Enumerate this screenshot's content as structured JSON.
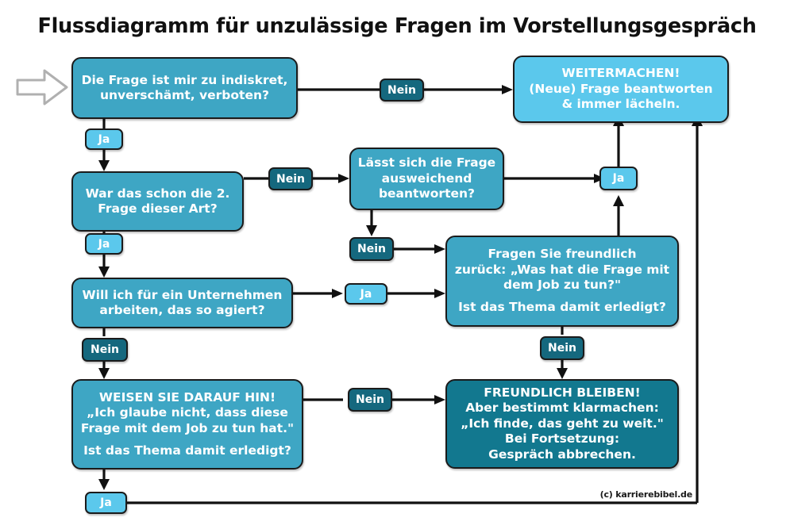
{
  "title": "Flussdiagramm für unzulässige Fragen im Vorstellungsgespräch",
  "credit": "(c) karrierebibel.de",
  "colors": {
    "node_mid": "#3EA6C4",
    "node_light": "#5BC8EC",
    "node_dark": "#12788F",
    "label_dark": "#15687E",
    "label_light": "#5BC8EC",
    "stroke": "#111111",
    "text": "#ffffff",
    "background": "#ffffff"
  },
  "nodes": {
    "q1": {
      "lines": [
        "Die Frage ist mir zu indiskret,",
        "unverschämt, verboten?"
      ],
      "style": "mid"
    },
    "q2": {
      "lines": [
        "War das schon die 2.",
        "Frage dieser Art?"
      ],
      "style": "mid"
    },
    "q3": {
      "lines": [
        "Will ich für ein Unternehmen",
        "arbeiten, das so agiert?"
      ],
      "style": "mid"
    },
    "q4": {
      "lines": [
        "Lässt sich die Frage",
        "ausweichend",
        "beantworten?"
      ],
      "style": "mid"
    },
    "ask_back": {
      "lines": [
        "Fragen Sie freundlich",
        "zurück: „Was hat die Frage mit",
        "dem Job zu tun?\"",
        "",
        "Ist das Thema damit erledigt?"
      ],
      "style": "mid"
    },
    "point_out": {
      "lines": [
        "WEISEN SIE DARAUF HIN!",
        "„Ich glaube nicht, dass diese",
        "Frage mit dem Job zu tun hat.\"",
        "",
        "Ist das Thema damit erledigt?"
      ],
      "style": "mid"
    },
    "continue": {
      "lines": [
        "WEITERMACHEN!",
        "(Neue) Frage beantworten",
        "& immer lächeln."
      ],
      "style": "light"
    },
    "stay_friendly": {
      "lines": [
        "FREUNDLICH BLEIBEN!",
        "Aber bestimmt klarmachen:",
        "„Ich finde, das geht zu weit.\"",
        "Bei Fortsetzung:",
        "Gespräch abbrechen."
      ],
      "style": "dark"
    }
  },
  "labels": {
    "q1_nein": {
      "text": "Nein",
      "style": "dark"
    },
    "q1_ja": {
      "text": "Ja",
      "style": "light"
    },
    "q2_nein": {
      "text": "Nein",
      "style": "dark"
    },
    "q2_ja": {
      "text": "Ja",
      "style": "light"
    },
    "q3_ja": {
      "text": "Ja",
      "style": "light"
    },
    "q3_nein": {
      "text": "Nein",
      "style": "dark"
    },
    "q4_nein": {
      "text": "Nein",
      "style": "dark"
    },
    "q4_ja": {
      "text": "Ja",
      "style": "light"
    },
    "askback_nein": {
      "text": "Nein",
      "style": "dark"
    },
    "pointout_nein": {
      "text": "Nein",
      "style": "dark"
    },
    "pointout_ja": {
      "text": "Ja",
      "style": "light"
    }
  },
  "icons": {
    "entry": "arrow-right-icon"
  }
}
